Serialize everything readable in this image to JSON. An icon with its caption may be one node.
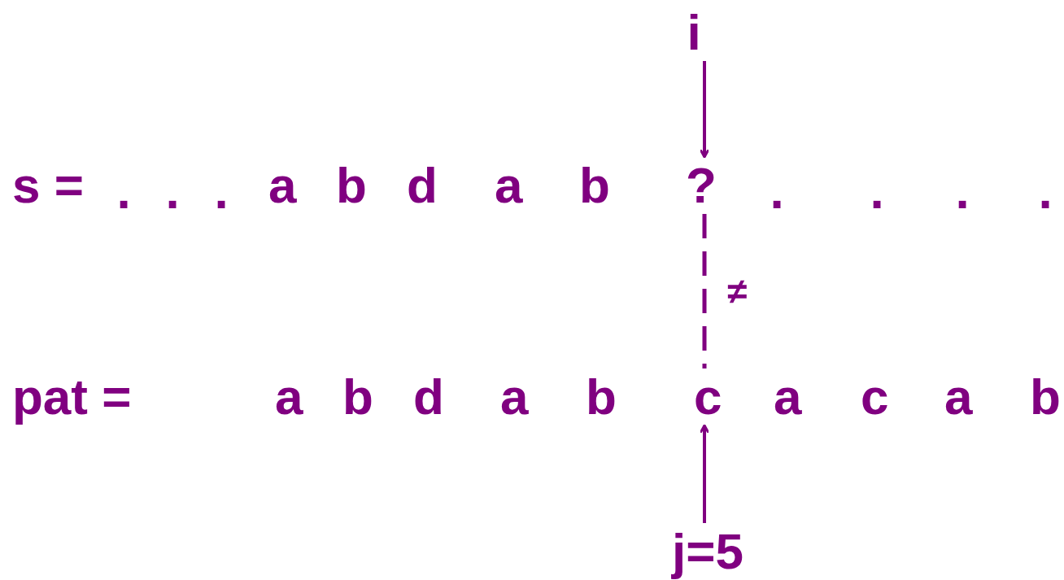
{
  "diagram": {
    "nodes": [
      {
        "text": [
          "i"
        ]
      },
      {
        "text": [
          "?"
        ]
      },
      {
        "text": [
          "c"
        ]
      },
      {
        "text": [
          "j=5"
        ]
      }
    ],
    "edges": [
      {
        "from": 0,
        "to": 1,
        "arrow": "to"
      },
      {
        "from": 1,
        "to": 2,
        "arrow": "none",
        "style": "dashed",
        "label": "≠"
      },
      {
        "from": 3,
        "to": 2,
        "arrow": "to"
      }
    ],
    "labels": [
      "s =",
      ".",
      ".",
      ".",
      "a",
      "b",
      "d",
      "a",
      "b",
      ".",
      ".",
      ".",
      ".",
      "pat =",
      "a",
      "b",
      "d",
      "a",
      "b",
      "a",
      "c",
      "a",
      "b"
    ]
  }
}
